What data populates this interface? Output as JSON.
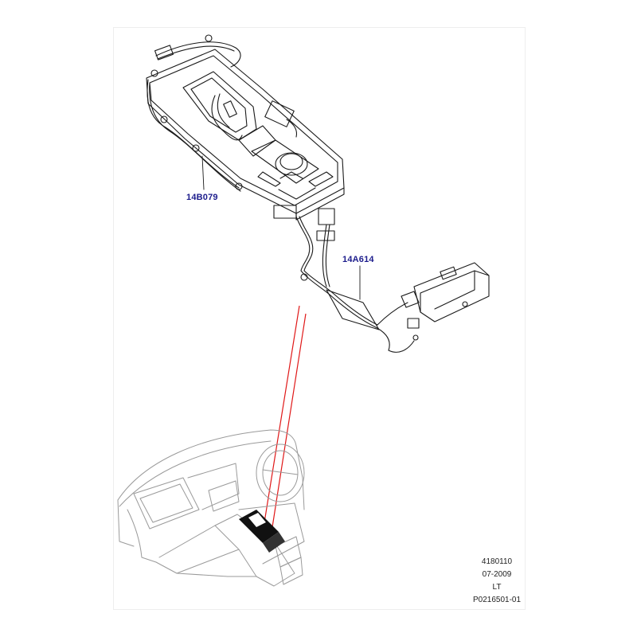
{
  "colors": {
    "callout": "#1c1c8c",
    "line": "#1a1a1a",
    "faint": "#9a9a9a",
    "guide": "#e01818",
    "highlight": "#111111"
  },
  "callouts": {
    "harness_left": "14B079",
    "harness_right": "14A614"
  },
  "stamp": {
    "number": "4180110",
    "date": "07-2009",
    "code": "LT",
    "ref": "P0216501-01"
  }
}
